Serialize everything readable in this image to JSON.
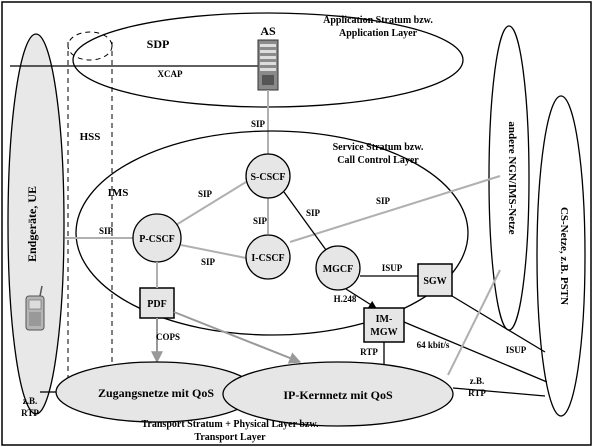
{
  "layers": {
    "application": {
      "line1": "Application Stratum bzw.",
      "line2": "Application Layer"
    },
    "service": {
      "line1": "Service Stratum bzw.",
      "line2": "Call Control Layer"
    },
    "transport": {
      "line1": "Transport Stratum + Physical Layer bzw.",
      "line2": "Transport Layer"
    }
  },
  "nodes": {
    "sdp": "SDP",
    "as": "AS",
    "hss": "HSS",
    "ims": "IMS",
    "s_cscf": "S-CSCF",
    "p_cscf": "P-CSCF",
    "i_cscf": "I-CSCF",
    "mgcf": "MGCF",
    "pdf": "PDF",
    "sgw": "SGW",
    "im_mgw_line1": "IM-",
    "im_mgw_line2": "MGW",
    "ue": "Endgeräte, UE",
    "ngn": "andere NGN/IMS-Netze",
    "cs": "CS-Netze, z.B. PSTN",
    "access": "Zugangsnetze mit QoS",
    "core": "IP-Kernnetz mit QoS"
  },
  "labels": {
    "xcap": "XCAP",
    "sip_as": "SIP",
    "sip_p_s": "SIP",
    "sip_s_i": "SIP",
    "sip_s_mgcf": "SIP",
    "sip_ngn": "SIP",
    "sip_ue": "SIP",
    "sip_p_i": "SIP",
    "isup_sgw": "ISUP",
    "isup_cs": "ISUP",
    "h248": "H.248",
    "cops": "COPS",
    "rtp_mgw": "RTP",
    "kbit": "64 kbit/s",
    "zb_left": "z.B.",
    "rtp_left": "RTP",
    "zb_right": "z.B.",
    "rtp_right": "RTP"
  },
  "colors": {
    "ue_fill": "#e8e8e8",
    "node_fill": "#e6e6e6",
    "grey_link": "#b0b0b0"
  }
}
